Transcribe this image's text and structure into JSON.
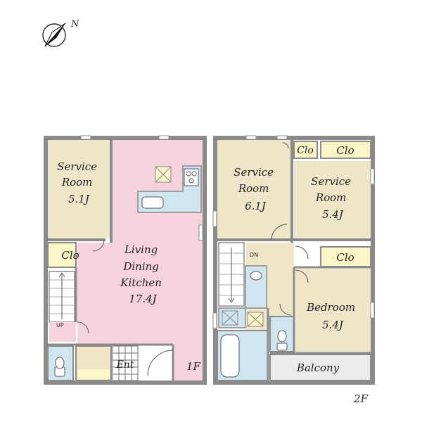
{
  "compass": {
    "label": "N",
    "icon": "compass-icon"
  },
  "floors": {
    "first": {
      "tag": "1F",
      "rooms": {
        "service_room": [
          "Service",
          "Room",
          "5.1J"
        ],
        "closet": "Clo",
        "ldk": [
          "Living",
          "Dining",
          "Kitchen",
          "17.4J"
        ],
        "up": "UP",
        "entrance": "Ent"
      }
    },
    "second": {
      "tag": "2F",
      "rooms": {
        "service_room_a": [
          "Service",
          "Room",
          "6.1J"
        ],
        "service_room_b": [
          "Service",
          "Room",
          "5.4J"
        ],
        "closet_small": "Clo",
        "closet_top": "Clo",
        "closet_bed": "Clo",
        "bedroom": [
          "Bedroom",
          "5.4J"
        ],
        "down": "DN",
        "balcony": "Balcony"
      }
    }
  },
  "colors": {
    "wall": "#8a8a8a",
    "room_beige": "#efe6c9",
    "ldk_pink": "#f6d3dc",
    "wet_blue": "#cfe6f0",
    "closet_yellow": "#fbf5c8",
    "tile_dark": "#6f6f6f"
  }
}
